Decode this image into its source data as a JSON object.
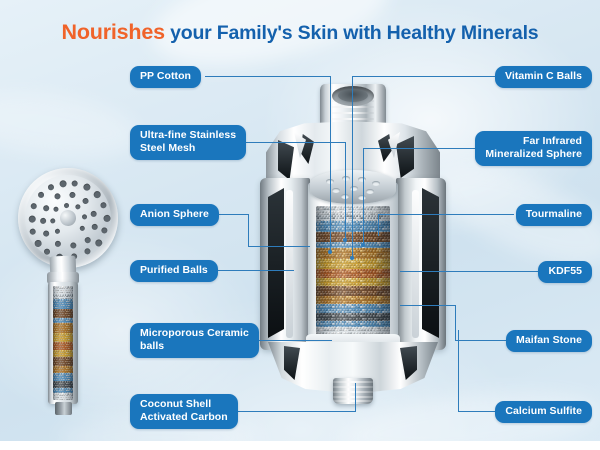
{
  "title": {
    "highlight": "Nourishes",
    "rest": " your Family's Skin with Healthy Minerals",
    "highlight_color": "#f0632a",
    "rest_color": "#1461ad"
  },
  "theme": {
    "background_top": "#e6f1f8",
    "background_bottom": "#dcebf5",
    "pill_bg": "#1a76bd",
    "pill_text": "#ffffff",
    "leader_line": "#2e7cbb",
    "bottom_strip": "#ffffff"
  },
  "product": {
    "left_item": "handheld-shower-head",
    "right_item": "shower-filter-cartridge-cutaway",
    "filter_media_layers": [
      "white KDF granules",
      "blue anion spheres",
      "brown maifan stone",
      "amber mineral balls",
      "golden tourmaline",
      "orange far-infrared spheres",
      "grey activated carbon",
      "white calcium sulfite"
    ]
  },
  "callouts_left": [
    {
      "id": "pp-cotton",
      "label": "PP Cotton"
    },
    {
      "id": "stainless-mesh",
      "label": "Ultra-fine Stainless\nSteel Mesh"
    },
    {
      "id": "anion-sphere",
      "label": "Anion Sphere"
    },
    {
      "id": "purified-balls",
      "label": "Purified Balls"
    },
    {
      "id": "ceramic-balls",
      "label": "Microporous Ceramic\nballs"
    },
    {
      "id": "activated-carbon",
      "label": "Coconut Shell\nActivated Carbon"
    }
  ],
  "callouts_right": [
    {
      "id": "vitamin-c-balls",
      "label": "Vitamin C Balls"
    },
    {
      "id": "far-infrared",
      "label": "Far Infrared\nMineralized Sphere"
    },
    {
      "id": "tourmaline",
      "label": "Tourmaline"
    },
    {
      "id": "kdf55",
      "label": "KDF55"
    },
    {
      "id": "maifan-stone",
      "label": "Maifan Stone"
    },
    {
      "id": "calcium-sulfite",
      "label": "Calcium Sulfite"
    }
  ]
}
